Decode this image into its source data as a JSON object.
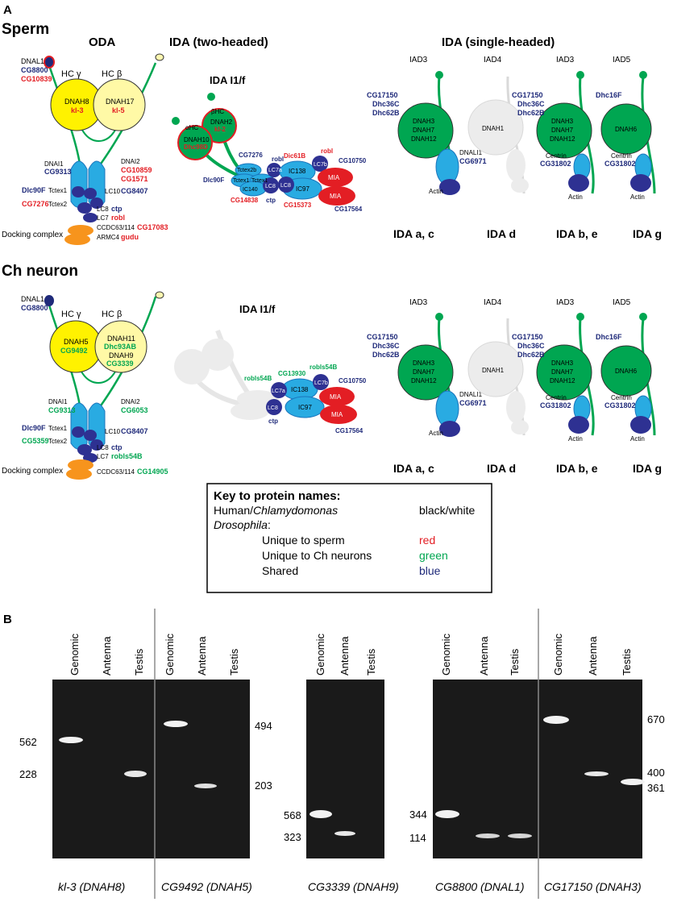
{
  "panel_a": {
    "label": "A",
    "sperm": {
      "title": "Sperm",
      "oda": {
        "title": "ODA",
        "hc_gamma": "HC γ",
        "hc_beta": "HC β",
        "dnal1_human": "DNAL1",
        "dnal1_shared": "CG8800",
        "dnal1_sperm": "CG10839",
        "hc1_human": "DNAH8",
        "hc1_sperm": "kl-3",
        "hc2_human": "DNAH17",
        "hc2_sperm": "kl-5",
        "dnai1_human": "DNAI1",
        "dnai1_shared": "CG9313",
        "dnai2_human": "DNAI2",
        "dnai2_sperm_a": "CG10859",
        "dnai2_sperm_b": "CG1571",
        "tctex1_shared": "Dlc90F",
        "tctex1_human": "Tctex1",
        "tctex2_sperm": "CG7276",
        "tctex2_human": "Tctex2",
        "lc10_human": "LC10",
        "lc10_shared": "CG8407",
        "lc8_human": "LC8",
        "lc8_shared": "ctp",
        "lc7_human": "LC7",
        "lc7_sperm": "robl",
        "ccdc_human": "CCDC63/114",
        "ccdc_sperm": "CG17083",
        "docking": "Docking complex",
        "armc4_human": "ARMC4",
        "armc4_sperm": "gudu"
      },
      "ida_two": {
        "title": "IDA (two-headed)",
        "subtitle": "IDA I1/f",
        "bhc": "βHC",
        "ahc": "αHC",
        "dnah2": "DNAH2",
        "dnah2_sp": "kl-2",
        "dnah10": "DNAH10",
        "dnah10_sp": "Dhc98D",
        "cg7276": "CG7276",
        "robl": "robl",
        "dic61b": "Dic61B",
        "robl_red": "robl",
        "cg10750": "CG10750",
        "tctex2b": "Tctex2b",
        "dlc90f": "Dlc90F",
        "tctex1a": "Tctex1",
        "tctex1b": "Tctex1",
        "lc7a": "LC7a",
        "ic138": "IC138",
        "lc7b": "LC7b",
        "ic140": "IC140",
        "lc8a": "LC8",
        "lc8b": "LC8",
        "ic97": "IC97",
        "mia1": "MIA",
        "mia2": "MIA",
        "cg14838": "CG14838",
        "ctp": "ctp",
        "cg15373": "CG15373",
        "cg17564": "CG17564"
      },
      "ida_single": {
        "title": "IDA (single-headed)",
        "iad3a": "IAD3",
        "iad4": "IAD4",
        "iad3b": "IAD3",
        "iad5": "IAD5",
        "hc_a_1": "CG17150",
        "hc_a_2": "Dhc36C",
        "hc_a_3": "Dhc62B",
        "hc_b_1": "CG17150",
        "hc_b_2": "Dhc36C",
        "hc_b_3": "Dhc62B",
        "hc_g": "Dhc16F",
        "dnah3": "DNAH3",
        "dnah7": "DNAH7",
        "dnah12": "DNAH12",
        "dnah1": "DNAH1",
        "dnah3b": "DNAH3",
        "dnah7b": "DNAH7",
        "dnah12b": "DNAH12",
        "dnah6": "DNAH6",
        "dnali1": "DNALI1",
        "cg6971": "CG6971",
        "centrin1": "Centrin",
        "centrin1_cg": "CG31802",
        "centrin2": "Centrin",
        "centrin2_cg": "CG31802",
        "actin1": "Actin",
        "actin2": "Actin",
        "actin3": "Actin",
        "type_ac": "IDA a, c",
        "type_d": "IDA d",
        "type_be": "IDA b, e",
        "type_g": "IDA g"
      }
    },
    "ch": {
      "title": "Ch neuron",
      "oda": {
        "hc_gamma": "HC γ",
        "hc_beta": "HC β",
        "dnal1_human": "DNAL1",
        "dnal1_shared": "CG8800",
        "hc1_human": "DNAH5",
        "hc1_ch": "CG9492",
        "hc2_human": "DNAH11",
        "hc2_ch": "Dhc93AB",
        "hc3_human": "DNAH9",
        "hc3_ch": "CG3339",
        "dnai1_human": "DNAI1",
        "dnai1_shared": "CG9313",
        "dnai2_human": "DNAI2",
        "dnai2_ch": "CG6053",
        "tctex1_shared": "Dlc90F",
        "tctex1_human": "Tctex1",
        "tctex2_ch": "CG5359",
        "tctex2_human": "Tctex2",
        "lc10_human": "LC10",
        "lc10_shared": "CG8407",
        "lc8_human": "LC8",
        "lc8_shared": "ctp",
        "lc7_human": "LC7",
        "lc7_ch": "robls54B",
        "docking": "Docking complex",
        "ccdc_human": "CCDC63/114",
        "ccdc_ch": "CG14905"
      },
      "ida_two": {
        "subtitle": "IDA I1/f",
        "robls54b_a": "robls54B",
        "cg13930": "CG13930",
        "robls54b_b": "robls54B",
        "cg10750": "CG10750",
        "lc7a": "LC7a",
        "ic138": "IC138",
        "lc7b": "LC7b",
        "lc8": "LC8",
        "ic97": "IC97",
        "mia1": "MIA",
        "mia2": "MIA",
        "ctp": "ctp",
        "cg17564": "CG17564"
      },
      "ida_single": {
        "iad3a": "IAD3",
        "iad4": "IAD4",
        "iad3b": "IAD3",
        "iad5": "IAD5",
        "hc_a_1": "CG17150",
        "hc_a_2": "Dhc36C",
        "hc_a_3": "Dhc62B",
        "hc_b_1": "CG17150",
        "hc_b_2": "Dhc36C",
        "hc_b_3": "Dhc62B",
        "hc_g": "Dhc16F",
        "dnah3": "DNAH3",
        "dnah7": "DNAH7",
        "dnah12": "DNAH12",
        "dnah1": "DNAH1",
        "dnah3b": "DNAH3",
        "dnah7b": "DNAH7",
        "dnah12b": "DNAH12",
        "dnah6": "DNAH6",
        "dnali1": "DNALI1",
        "cg6971": "CG6971",
        "centrin1": "Centrin",
        "centrin1_cg": "CG31802",
        "centrin2": "Centrin",
        "centrin2_cg": "CG31802",
        "actin1": "Actin",
        "actin2": "Actin",
        "actin3": "Actin",
        "type_ac": "IDA a, c",
        "type_d": "IDA d",
        "type_be": "IDA b, e",
        "type_g": "IDA g"
      }
    },
    "key": {
      "title": "Key to protein names:",
      "human_label": "Human/",
      "chlamy": "Chlamydomonas",
      "human_value": "black/white",
      "dros": "Drosophila",
      "dros_colon": ":",
      "sperm_label": "Unique to sperm",
      "sperm_value": "red",
      "ch_label": "Unique to Ch neurons",
      "ch_value": "green",
      "shared_label": "Shared",
      "shared_value": "blue"
    }
  },
  "panel_b": {
    "label": "B",
    "colors": {
      "gel": "#1a1a1a",
      "band": "#f2f2f2",
      "divider": "#8a8a8a"
    },
    "gel1": {
      "lanes": [
        "Genomic",
        "Antenna",
        "Testis",
        "Genomic",
        "Antenna",
        "Testis"
      ],
      "left_markers": [
        "562",
        "228"
      ],
      "right_markers": [
        "494",
        "203"
      ],
      "caption_left": "kl-3 (DNAH8)",
      "caption_right": "CG9492 (DNAH5)"
    },
    "gel2": {
      "lanes": [
        "Genomic",
        "Antenna",
        "Testis"
      ],
      "left_markers": [
        "568",
        "323"
      ],
      "caption": "CG3339 (DNAH9)"
    },
    "gel3": {
      "lanes": [
        "Genomic",
        "Antenna",
        "Testis",
        "Genomic",
        "Antenna",
        "Testis"
      ],
      "left_markers": [
        "344",
        "114"
      ],
      "right_markers": [
        "670",
        "400",
        "361"
      ],
      "caption_left": "CG8800 (DNAL1)",
      "caption_right": "CG17150 (DNAH3)"
    }
  }
}
